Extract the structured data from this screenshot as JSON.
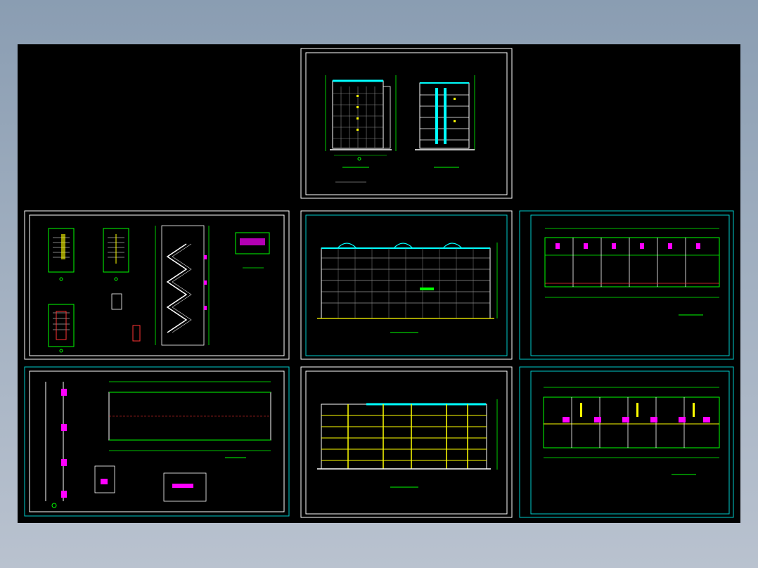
{
  "colors": {
    "background_top": "#8a9db2",
    "canvas": "#000000",
    "frame_white": "#ffffff",
    "frame_cyan": "#00c8c8",
    "line_green": "#00ff00",
    "line_cyan": "#00ffff",
    "line_magenta": "#ff00ff",
    "line_yellow": "#ffff00",
    "line_red": "#ff3030"
  },
  "sheets": [
    {
      "id": "sheet-top-elevations",
      "frame": "white",
      "content": "side-elevation-and-section"
    },
    {
      "id": "sheet-stair-details",
      "frame": "white",
      "content": "stair-plans-and-section"
    },
    {
      "id": "sheet-front-elevation",
      "frame": "cyan",
      "content": "front-elevation"
    },
    {
      "id": "sheet-floor-plan-upper",
      "frame": "cyan",
      "content": "floor-plan"
    },
    {
      "id": "sheet-roof-plan",
      "frame": "cyan",
      "content": "roof-plan-and-wall-details"
    },
    {
      "id": "sheet-rear-elevation",
      "frame": "white",
      "content": "rear-elevation"
    },
    {
      "id": "sheet-floor-plan-ground",
      "frame": "cyan",
      "content": "floor-plan-ground"
    }
  ]
}
